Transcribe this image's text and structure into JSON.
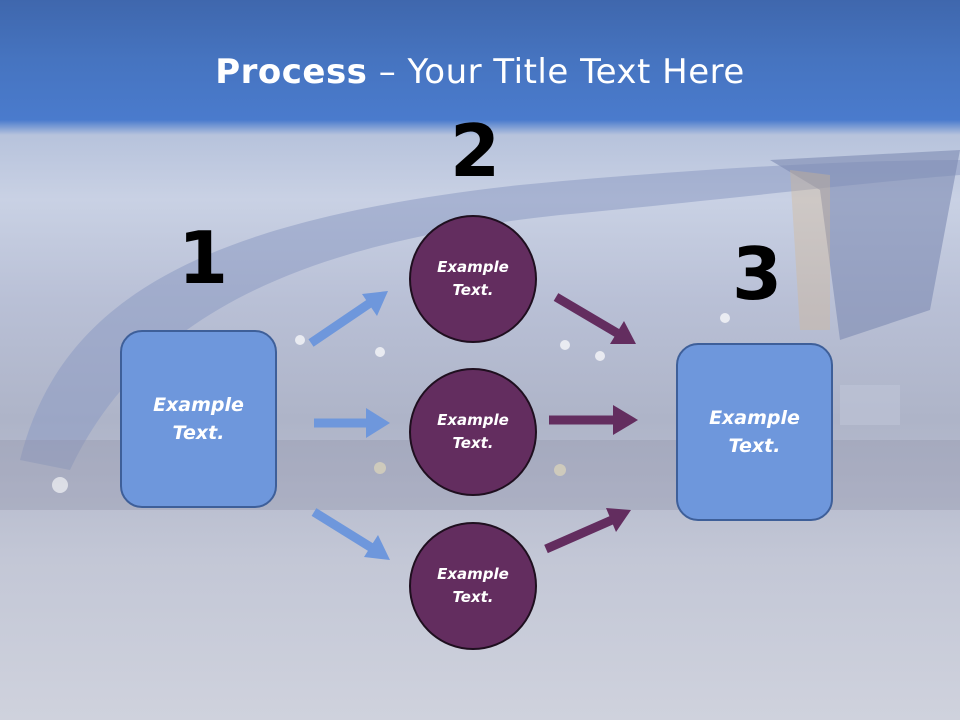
{
  "title": {
    "bold": "Process",
    "rest": " – Your Title Text Here"
  },
  "steps": {
    "one": "1",
    "two": "2",
    "three": "3"
  },
  "left_box": {
    "line1": "Example",
    "line2": "Text."
  },
  "right_box": {
    "line1": "Example",
    "line2": "Text."
  },
  "circles": [
    {
      "line1": "Example",
      "line2": "Text."
    },
    {
      "line1": "Example",
      "line2": "Text."
    },
    {
      "line1": "Example",
      "line2": "Text."
    }
  ],
  "colors": {
    "header": "#4674c0",
    "box_fill": "#6e97dc",
    "circle_fill": "#632d5f",
    "blue_arrow": "#6e97dc",
    "purple_arrow": "#632d5f"
  }
}
